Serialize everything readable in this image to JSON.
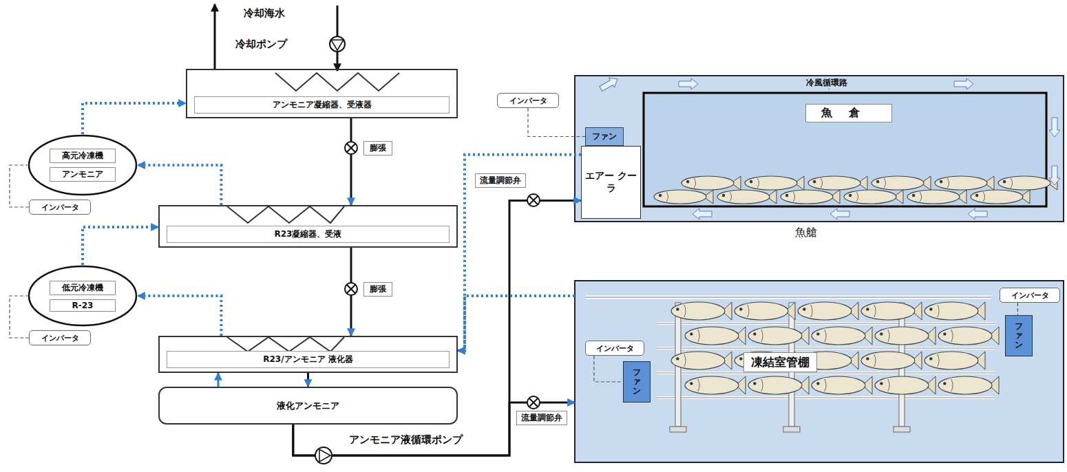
{
  "diagram": {
    "nodes": [
      {
        "text": [
          "アンモニア凝縮器、受液器"
        ]
      },
      {
        "text": [
          "高元冷凍機",
          "アンモニア"
        ]
      },
      {
        "text": [
          "R23凝縮器、受液"
        ]
      },
      {
        "text": [
          "低元冷凍機",
          "R-23"
        ]
      },
      {
        "text": [
          "R23/アンモニア 液化器"
        ]
      },
      {
        "text": [
          "液化アンモニア"
        ]
      },
      {
        "text": [
          "冷風循環路",
          "魚艙"
        ]
      },
      {
        "text": [
          "エアー クーラ"
        ],
        "in": 6
      },
      {
        "text": [
          "ファン"
        ],
        "in": 6
      },
      {
        "text": [
          "魚倉"
        ],
        "in": 6
      },
      {
        "text": [
          "凍結室管棚"
        ]
      },
      {
        "text": [
          "ファン"
        ],
        "in": 10
      },
      {
        "text": [
          "ファン"
        ],
        "in": 10
      },
      {
        "text": [
          "インバータ"
        ]
      },
      {
        "text": [
          "インバータ"
        ]
      },
      {
        "text": [
          "インバータ"
        ]
      },
      {
        "text": [
          "インバータ"
        ],
        "in": 10
      },
      {
        "text": [
          "インバータ"
        ],
        "in": 10
      }
    ],
    "edges": [
      {
        "from": 0,
        "to": 2,
        "label": "膨張",
        "arrow": "to"
      },
      {
        "from": 2,
        "to": 4,
        "label": "膨張",
        "arrow": "to"
      },
      {
        "from": 1,
        "to": 0,
        "arrow": "to"
      },
      {
        "from": 2,
        "to": 1,
        "arrow": "to"
      },
      {
        "from": 3,
        "to": 2,
        "arrow": "to"
      },
      {
        "from": 4,
        "to": 3,
        "arrow": "to"
      },
      {
        "from": 4,
        "to": 5,
        "arrow": "to"
      },
      {
        "from": 5,
        "to": 4,
        "arrow": "to"
      },
      {
        "from": 5,
        "to": 7,
        "arrow": "to"
      },
      {
        "from": 5,
        "to": 10,
        "arrow": "to"
      },
      {
        "from": 7,
        "to": 4,
        "arrow": "to"
      },
      {
        "from": 10,
        "to": 4,
        "arrow": "to"
      },
      {
        "from": 13,
        "to": 1,
        "arrow": "none"
      },
      {
        "from": 14,
        "to": 3,
        "arrow": "none"
      },
      {
        "from": 15,
        "to": 8,
        "arrow": "none"
      },
      {
        "from": 16,
        "to": 11,
        "arrow": "none"
      },
      {
        "from": 17,
        "to": 12,
        "arrow": "none"
      }
    ],
    "labels": [
      "冷却海水",
      "冷却ポンプ",
      "流量調節弁",
      "流量調節弁",
      "アンモニア液循環ポンプ"
    ]
  }
}
